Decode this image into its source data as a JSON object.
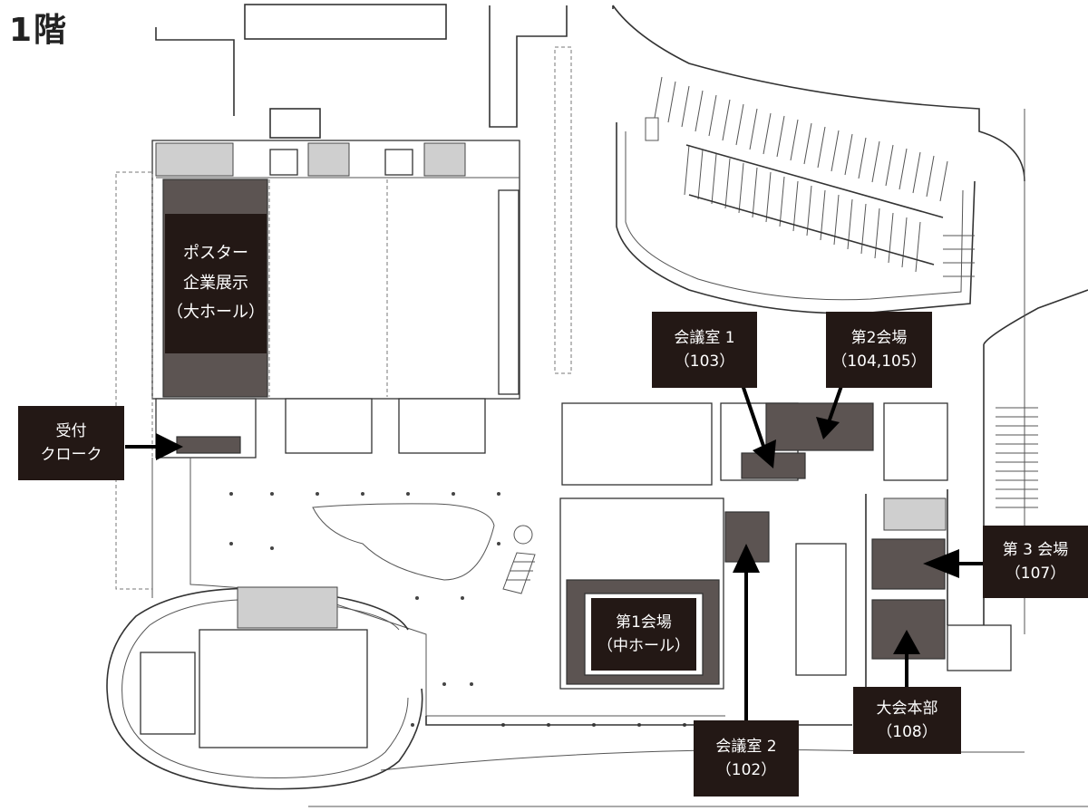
{
  "floor": {
    "title": "1階"
  },
  "labels": {
    "poster": {
      "line1": "ポスター",
      "line2": "企業展示",
      "line3": "（大ホール）"
    },
    "reception": {
      "line1": "受付",
      "line2": "クローク"
    },
    "meeting1": {
      "line1": "会議室 1",
      "line2": "（103）"
    },
    "venue2": {
      "line1": "第2会場",
      "line2": "（104,105）"
    },
    "venue1": {
      "line1": "第1会場",
      "line2": "（中ホール）"
    },
    "venue3": {
      "line1": "第 3 会場",
      "line2": "（107）"
    },
    "hq": {
      "line1": "大会本部",
      "line2": "（108）"
    },
    "meeting2": {
      "line1": "会議室 2",
      "line2": "（102）"
    }
  },
  "colors": {
    "label_bg": "#231815",
    "room_dark": "#5c5452",
    "room_light": "#cfcfcf"
  }
}
